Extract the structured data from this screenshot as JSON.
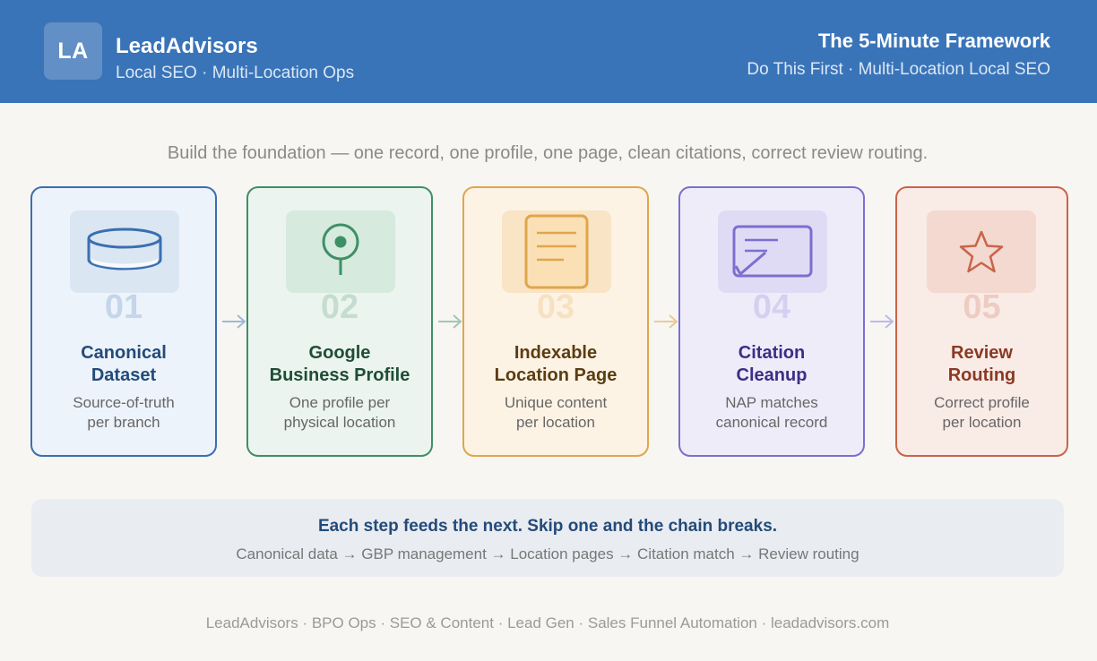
{
  "header": {
    "logo": "LA",
    "brand": "LeadAdvisors",
    "tagline": "Local SEO · Multi-Location Ops",
    "title": "The 5-Minute Framework",
    "subtitle": "Do This First · Multi-Location Local SEO"
  },
  "intro": "Build the foundation — one record, one profile, one page, clean citations, correct review routing.",
  "steps": [
    {
      "num": "01",
      "title_l1": "Canonical",
      "title_l2": "Dataset",
      "desc_l1": "Source-of-truth",
      "desc_l2": "per branch",
      "icon": "database-icon",
      "accent": "#3a6fb0",
      "bg": "#edf3fb",
      "tile": "#dbe6f3",
      "text": "#234b7a"
    },
    {
      "num": "02",
      "title_l1": "Google",
      "title_l2": "Business Profile",
      "desc_l1": "One profile per",
      "desc_l2": "physical location",
      "icon": "map-pin-icon",
      "accent": "#3f8f66",
      "bg": "#ebf4ee",
      "tile": "#d6eadd",
      "text": "#1f4d36"
    },
    {
      "num": "03",
      "title_l1": "Indexable",
      "title_l2": "Location Page",
      "desc_l1": "Unique content",
      "desc_l2": "per location",
      "icon": "document-icon",
      "accent": "#e0a64a",
      "bg": "#fdf3e5",
      "tile": "#f9e4c5",
      "text": "#5a3d12"
    },
    {
      "num": "04",
      "title_l1": "Citation",
      "title_l2": "Cleanup",
      "desc_l1": "NAP matches",
      "desc_l2": "canonical record",
      "icon": "edit-card-icon",
      "accent": "#7b6fd0",
      "bg": "#efecfa",
      "tile": "#e0dbf5",
      "text": "#3a2f86"
    },
    {
      "num": "05",
      "title_l1": "Review",
      "title_l2": "Routing",
      "desc_l1": "Correct profile",
      "desc_l2": "per location",
      "icon": "star-icon",
      "accent": "#c9644a",
      "bg": "#f9ebe6",
      "tile": "#f3d9d0",
      "text": "#8a3a24"
    }
  ],
  "summary": {
    "title": "Each step feeds the next. Skip one and the chain breaks.",
    "flow": "Canonical data → GBP management → Location pages → Citation match → Review routing"
  },
  "footer": "LeadAdvisors · BPO Ops · SEO & Content · Lead Gen · Sales Funnel Automation · leadadvisors.com"
}
